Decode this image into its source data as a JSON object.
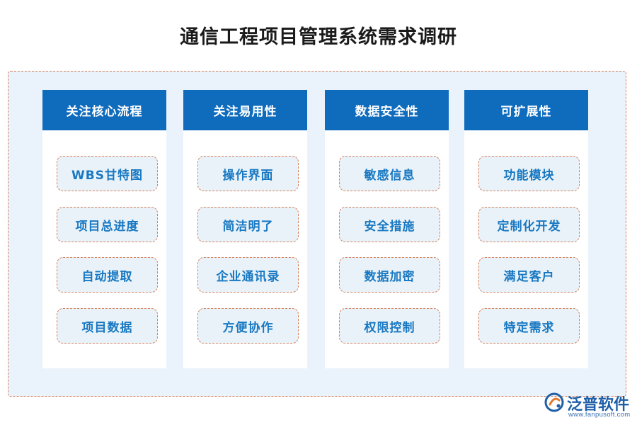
{
  "title": "通信工程项目管理系统需求调研",
  "columns": [
    {
      "header": "关注核心流程",
      "items": [
        "WBS甘特图",
        "项目总进度",
        "自动提取",
        "项目数据"
      ]
    },
    {
      "header": "关注易用性",
      "items": [
        "操作界面",
        "简洁明了",
        "企业通讯录",
        "方便协作"
      ]
    },
    {
      "header": "数据安全性",
      "items": [
        "敏感信息",
        "安全措施",
        "数据加密",
        "权限控制"
      ]
    },
    {
      "header": "可扩展性",
      "items": [
        "功能模块",
        "定制化开发",
        "满足客户",
        "特定需求"
      ]
    }
  ],
  "logo": {
    "name": "泛普软件",
    "url": "www.fanpusoft.com"
  },
  "colors": {
    "header_bg": "#0f6cbd",
    "item_text": "#1878c2",
    "dashed_border": "#d8805a",
    "panel_bg": "#eaf3fb"
  }
}
